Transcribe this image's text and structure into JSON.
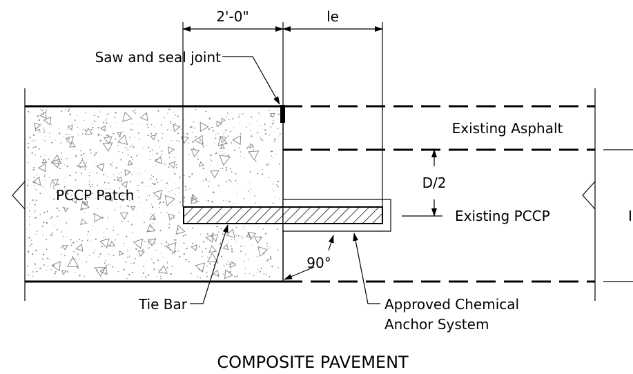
{
  "dimensions": {
    "top_left": "2'-0\"",
    "top_right": "le",
    "vertical": "D/2"
  },
  "labels": {
    "saw_joint": "Saw and seal joint",
    "existing_asphalt": "Existing Asphalt",
    "pccp_patch": "PCCP Patch",
    "existing_pccp": "Existing PCCP",
    "angle": "90°",
    "tie_bar": "Tie Bar",
    "anchor_line1": "Approved Chemical",
    "anchor_line2": "Anchor System",
    "edge_fragment": "I"
  },
  "title": "COMPOSITE PAVEMENT"
}
